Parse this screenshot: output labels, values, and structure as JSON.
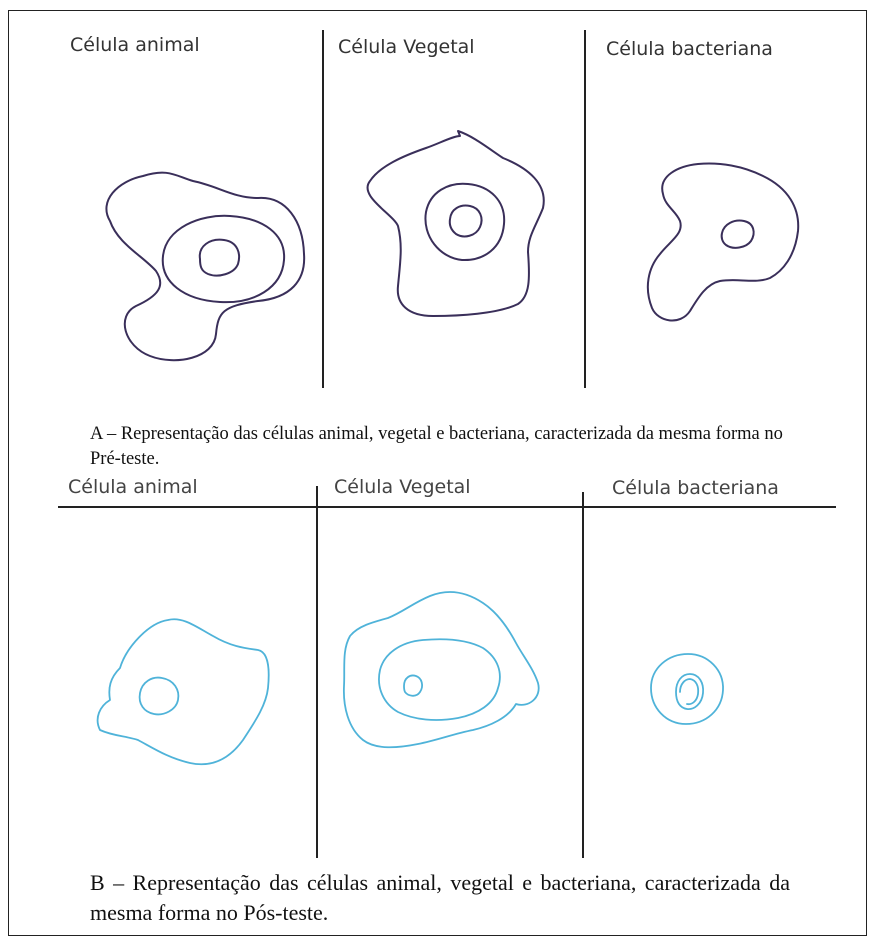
{
  "pre_test": {
    "labels": [
      "Célula animal",
      "Célula Vegetal",
      "Célula bacteriana"
    ],
    "caption": "A – Representação das células animal, vegetal e bacteriana, caracterizada da mesma forma no Pré-teste.",
    "ink_color": "#3a2f5a"
  },
  "post_test": {
    "labels": [
      "Célula animal",
      "Célula Vegetal",
      "Célula bacteriana"
    ],
    "caption": "B – Representação das células animal, vegetal e bacteriana, caracterizada da mesma forma no Pós-teste.",
    "ink_color": "#4fb3d9"
  }
}
